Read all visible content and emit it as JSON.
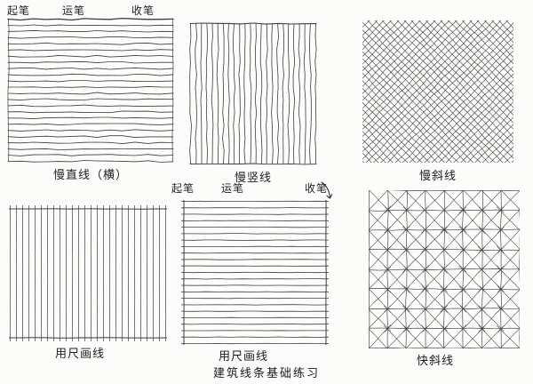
{
  "title": "建筑线条基础练习",
  "stroke_labels": {
    "start": "起笔",
    "move": "运笔",
    "end": "收笔"
  },
  "panels": {
    "slow_horizontal": {
      "caption": "慢直线（横）"
    },
    "slow_vertical": {
      "caption": "慢竖线"
    },
    "slow_diagonal": {
      "caption": "慢斜线"
    },
    "ruler_vertical": {
      "caption": "用尺画线"
    },
    "ruler_horizontal": {
      "caption": "用尺画线"
    },
    "fast_diagonal": {
      "caption": "快斜线"
    }
  },
  "ink_color": "#3d3d3d",
  "text_color": "#1c1c1c"
}
